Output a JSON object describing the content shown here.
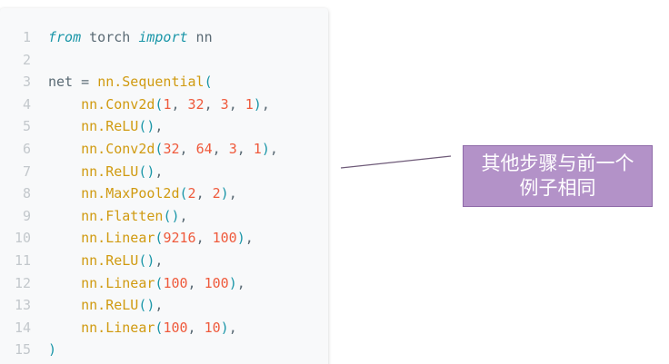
{
  "code_panel": {
    "line_numbers": [
      "1",
      "2",
      "3",
      "4",
      "5",
      "6",
      "7",
      "8",
      "9",
      "10",
      "11",
      "12",
      "13",
      "14",
      "15"
    ],
    "lines": [
      [
        {
          "t": "kw",
          "v": "from"
        },
        {
          "t": "plain",
          "v": " torch "
        },
        {
          "t": "kw",
          "v": "import"
        },
        {
          "t": "plain",
          "v": " nn"
        }
      ],
      [],
      [
        {
          "t": "plain",
          "v": "net = "
        },
        {
          "t": "fn",
          "v": "nn.Sequential"
        },
        {
          "t": "paren",
          "v": "("
        }
      ],
      [
        {
          "t": "plain",
          "v": "    "
        },
        {
          "t": "fn",
          "v": "nn.Conv2d"
        },
        {
          "t": "paren",
          "v": "("
        },
        {
          "t": "num",
          "v": "1"
        },
        {
          "t": "plain",
          "v": ", "
        },
        {
          "t": "num",
          "v": "32"
        },
        {
          "t": "plain",
          "v": ", "
        },
        {
          "t": "num",
          "v": "3"
        },
        {
          "t": "plain",
          "v": ", "
        },
        {
          "t": "num",
          "v": "1"
        },
        {
          "t": "paren",
          "v": ")"
        },
        {
          "t": "plain",
          "v": ","
        }
      ],
      [
        {
          "t": "plain",
          "v": "    "
        },
        {
          "t": "fn",
          "v": "nn.ReLU"
        },
        {
          "t": "paren",
          "v": "()"
        },
        {
          "t": "plain",
          "v": ","
        }
      ],
      [
        {
          "t": "plain",
          "v": "    "
        },
        {
          "t": "fn",
          "v": "nn.Conv2d"
        },
        {
          "t": "paren",
          "v": "("
        },
        {
          "t": "num",
          "v": "32"
        },
        {
          "t": "plain",
          "v": ", "
        },
        {
          "t": "num",
          "v": "64"
        },
        {
          "t": "plain",
          "v": ", "
        },
        {
          "t": "num",
          "v": "3"
        },
        {
          "t": "plain",
          "v": ", "
        },
        {
          "t": "num",
          "v": "1"
        },
        {
          "t": "paren",
          "v": ")"
        },
        {
          "t": "plain",
          "v": ","
        }
      ],
      [
        {
          "t": "plain",
          "v": "    "
        },
        {
          "t": "fn",
          "v": "nn.ReLU"
        },
        {
          "t": "paren",
          "v": "()"
        },
        {
          "t": "plain",
          "v": ","
        }
      ],
      [
        {
          "t": "plain",
          "v": "    "
        },
        {
          "t": "fn",
          "v": "nn.MaxPool2d"
        },
        {
          "t": "paren",
          "v": "("
        },
        {
          "t": "num",
          "v": "2"
        },
        {
          "t": "plain",
          "v": ", "
        },
        {
          "t": "num",
          "v": "2"
        },
        {
          "t": "paren",
          "v": ")"
        },
        {
          "t": "plain",
          "v": ","
        }
      ],
      [
        {
          "t": "plain",
          "v": "    "
        },
        {
          "t": "fn",
          "v": "nn.Flatten"
        },
        {
          "t": "paren",
          "v": "()"
        },
        {
          "t": "plain",
          "v": ","
        }
      ],
      [
        {
          "t": "plain",
          "v": "    "
        },
        {
          "t": "fn",
          "v": "nn.Linear"
        },
        {
          "t": "paren",
          "v": "("
        },
        {
          "t": "num",
          "v": "9216"
        },
        {
          "t": "plain",
          "v": ", "
        },
        {
          "t": "num",
          "v": "100"
        },
        {
          "t": "paren",
          "v": ")"
        },
        {
          "t": "plain",
          "v": ","
        }
      ],
      [
        {
          "t": "plain",
          "v": "    "
        },
        {
          "t": "fn",
          "v": "nn.ReLU"
        },
        {
          "t": "paren",
          "v": "()"
        },
        {
          "t": "plain",
          "v": ","
        }
      ],
      [
        {
          "t": "plain",
          "v": "    "
        },
        {
          "t": "fn",
          "v": "nn.Linear"
        },
        {
          "t": "paren",
          "v": "("
        },
        {
          "t": "num",
          "v": "100"
        },
        {
          "t": "plain",
          "v": ", "
        },
        {
          "t": "num",
          "v": "100"
        },
        {
          "t": "paren",
          "v": ")"
        },
        {
          "t": "plain",
          "v": ","
        }
      ],
      [
        {
          "t": "plain",
          "v": "    "
        },
        {
          "t": "fn",
          "v": "nn.ReLU"
        },
        {
          "t": "paren",
          "v": "()"
        },
        {
          "t": "plain",
          "v": ","
        }
      ],
      [
        {
          "t": "plain",
          "v": "    "
        },
        {
          "t": "fn",
          "v": "nn.Linear"
        },
        {
          "t": "paren",
          "v": "("
        },
        {
          "t": "num",
          "v": "100"
        },
        {
          "t": "plain",
          "v": ", "
        },
        {
          "t": "num",
          "v": "10"
        },
        {
          "t": "paren",
          "v": ")"
        },
        {
          "t": "plain",
          "v": ","
        }
      ],
      [
        {
          "t": "paren",
          "v": ")"
        }
      ]
    ]
  },
  "note": {
    "line1": "其他步骤与前一个",
    "line2": "例子相同"
  },
  "colors": {
    "keyword": "#1a96a8",
    "function": "#d09a10",
    "number": "#ef5a3c",
    "plain": "#5a6a74",
    "line_number": "#c3c8cc",
    "note_fill": "#b392c8",
    "note_border": "#8e6aa8",
    "connector": "#6e5a78"
  }
}
